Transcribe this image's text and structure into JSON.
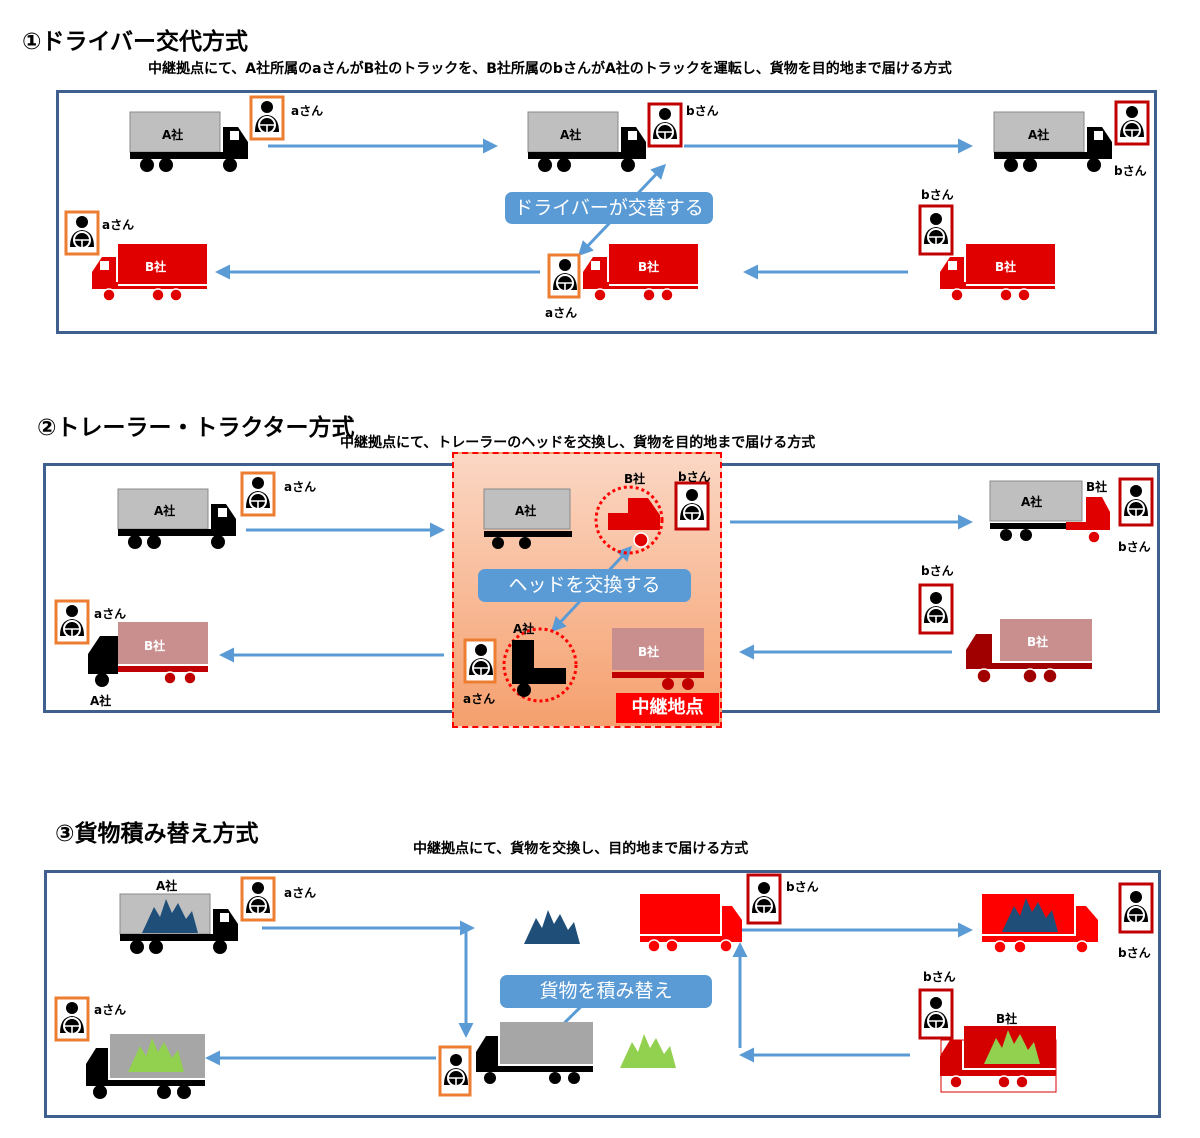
{
  "colors": {
    "company_a": "#000000",
    "company_a_body": "#bfbfbf",
    "company_b": "#e00000",
    "company_b_faded": "#c98f8f",
    "driver_a_border": "#ed7d31",
    "driver_b_border": "#c00000",
    "arrow": "#5b9bd5",
    "panel_border": "#3f5f8e",
    "cargo_a": "#1f4e79",
    "cargo_b": "#92d050"
  },
  "icons": {
    "driver": "driver-steering-wheel-icon",
    "truck": "truck-icon",
    "cargo": "cargo-icon"
  },
  "section1": {
    "title": "①ドライバー交代方式",
    "subtitle": "中継拠点にて、A社所属のaさんがB社のトラックを、B社所属のbさんがA社のトラックを運転し、貨物を目的地まで届ける方式",
    "action": "ドライバーが交替する",
    "company_a": "A社",
    "company_b": "B社",
    "driver_a": "aさん",
    "driver_b": "bさん"
  },
  "section2": {
    "title": "②トレーラー・トラクター方式",
    "subtitle": "中継拠点にて、トレーラーのヘッドを交換し、貨物を目的地まで届ける方式",
    "action": "ヘッドを交換する",
    "relay_point": "中継地点",
    "company_a": "A社",
    "company_b": "B社",
    "driver_a": "aさん",
    "driver_b": "bさん"
  },
  "section3": {
    "title": "③貨物積み替え方式",
    "subtitle": "中継拠点にて、貨物を交換し、目的地まで届ける方式",
    "action": "貨物を積み替え",
    "company_a": "A社",
    "company_b": "B社",
    "driver_a": "aさん",
    "driver_b": "bさん"
  }
}
